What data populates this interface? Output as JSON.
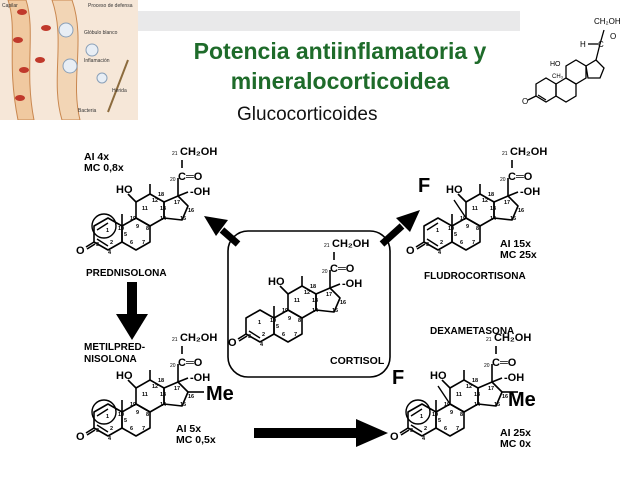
{
  "colors": {
    "title": "#1e6b2a",
    "banner": "#e9e9ea",
    "ink": "#000000"
  },
  "title": {
    "line1": "Potencia antiinflamatoria y",
    "line2": "mineralocorticoidea"
  },
  "subtitle": "Glucocorticoides",
  "illustration_labels": {
    "a": "Capilar",
    "b": "Proceso de defensa",
    "c": "Glóbulo blanco",
    "d": "Inflamación",
    "e": "Bacteria",
    "f": "Herida"
  },
  "common": {
    "ch2oh": "CH₂OH",
    "ch2oh_num": "21",
    "co": "C═O",
    "co_num": "20",
    "oh": "OH",
    "ho": "HO",
    "ketone_o": "O",
    "fluorine": "F",
    "methyl": "Me",
    "ring_numbers": [
      "1",
      "2",
      "3",
      "4",
      "5",
      "6",
      "7",
      "8",
      "9",
      "10",
      "11",
      "12",
      "13",
      "14",
      "15",
      "16",
      "17",
      "18",
      "19"
    ]
  },
  "top_structure": {
    "ch2oh": "CH₂OH",
    "co": "C",
    "o": "O",
    "h": "H",
    "ho": "HO",
    "ch3": "CH₃",
    "ketone_o": "O"
  },
  "compounds": {
    "prednisolona": {
      "name": "PREDNISOLONA",
      "ai": "AI 4x",
      "mc": "MC 0,8x"
    },
    "cortisol": {
      "name": "CORTISOL"
    },
    "fludrocortisona": {
      "name": "FLUDROCORTISONA",
      "ai": "AI 15x",
      "mc": "MC 25x"
    },
    "metilprednisolona": {
      "name_line1": "METILPRED-",
      "name_line2": "NISOLONA",
      "ai": "AI 5x",
      "mc": "MC 0,5x"
    },
    "dexametasona": {
      "name": "DEXAMETASONA",
      "ai": "AI 25x",
      "mc": "MC 0x"
    }
  }
}
